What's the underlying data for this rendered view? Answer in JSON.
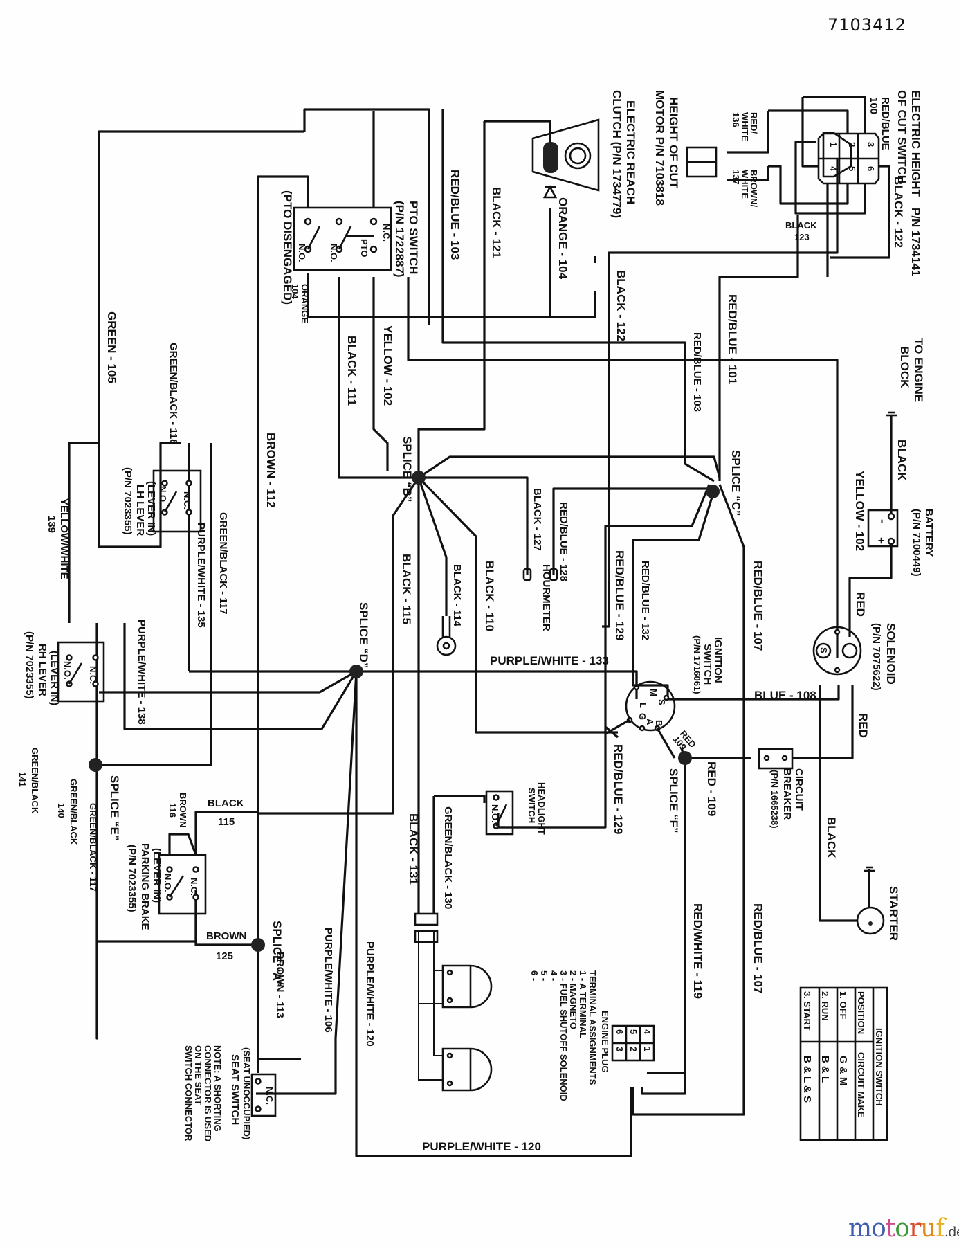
{
  "document_number": "7103412",
  "watermark": {
    "letters": [
      "m",
      "o",
      "t",
      "o",
      "r",
      "u",
      "f"
    ],
    "colors": [
      "#3f5fae",
      "#3f5fae",
      "#d04a8a",
      "#3a9a3a",
      "#d94a2a",
      "#e08a1a",
      "#e8b020"
    ],
    "suffix": ".de"
  },
  "components": {
    "hoc_switch": {
      "title": "ELECTRIC HEIGHT",
      "title2": "OF CUT SWITCH",
      "pn": "P/N 1734141",
      "pins": [
        "1",
        "2",
        "3",
        "4",
        "5",
        "6"
      ]
    },
    "hoc_motor": {
      "title": "HEIGHT OF CUT",
      "pn": "MOTOR  P/N 7103818"
    },
    "reach_clutch": {
      "title": "ELECTRIC REACH",
      "pn": "CLUTCH (P/N 1734779)"
    },
    "pto_switch": {
      "title": "PTO SWITCH",
      "pn": "(P/N 1722887)",
      "state": "(PTO DISENGAGED)",
      "contact_labels": [
        "N.O.",
        "N.O.",
        "N.C.",
        "PTO"
      ]
    },
    "battery": {
      "title": "BATTERY",
      "pn": "(P/N 7100449)",
      "neg": "-",
      "pos": "+"
    },
    "engine_block": {
      "title": "TO ENGINE",
      "title2": "BLOCK"
    },
    "solenoid": {
      "title": "SOLENOID",
      "pn": "(P/N 7075622)",
      "terminal_s": "S"
    },
    "ignition_switch": {
      "title": "IGNITION",
      "title2": "SWITCH",
      "pn": "(P/N 1716061)",
      "terminals": [
        "M",
        "S",
        "L",
        "G",
        "A",
        "B"
      ]
    },
    "circuit_breaker": {
      "title": "CIRCUIT",
      "title2": "BREAKER",
      "pn": "(P/N 1665238)"
    },
    "starter": {
      "title": "STARTER"
    },
    "hourmeter": {
      "title": "HOURMETER"
    },
    "headlight_switch": {
      "title": "HEADLIGHT",
      "title2": "SWITCH",
      "contact": "N.O."
    },
    "lh_lever": {
      "state": "(LEVER IN)",
      "title": "LH LEVER",
      "pn": "(P/N 7023355)",
      "contacts": [
        "N.O.",
        "N.C."
      ]
    },
    "rh_lever": {
      "state": "(LEVER IN)",
      "title": "RH LEVER",
      "pn": "(P/N 7023355)",
      "contacts": [
        "N.O.",
        "N.C."
      ]
    },
    "parking_brake": {
      "state": "(LEVER IN)",
      "title": "PARKING BRAKE",
      "pn": "(P/N 7023355)",
      "contacts": [
        "N.O.",
        "N.C."
      ]
    },
    "seat_switch": {
      "state": "(SEAT UNOCCUPIED)",
      "title": "SEAT SWITCH",
      "contact": "N.C.",
      "note": [
        "NOTE: A SHORTING",
        "CONNECTOR IS USED",
        "ON THE SEAT",
        "SWITCH CONNECTOR"
      ]
    },
    "engine_plug": {
      "title": "ENGINE PLUG",
      "pins": [
        "4",
        "1",
        "5",
        "2",
        "6",
        "3"
      ],
      "assign_title": "TERMINAL ASSIGNMENTS",
      "assignments": [
        "1 - A TERMINAL",
        "2 - MAGNETO",
        "3 - FUEL SHUTOFF SOLENOID",
        "4 -",
        "5 -",
        "6 -"
      ]
    }
  },
  "splices": {
    "A": "SPLICE “A”",
    "B": "SPLICE “B”",
    "C": "SPLICE “C”",
    "D": "SPLICE “D”",
    "E": "SPLICE “E”",
    "F": "SPLICE “F”"
  },
  "wires": {
    "w100": "RED/BLUE",
    "w100n": "100",
    "w136": "RED/",
    "w136b": "WHITE",
    "w136n": "136",
    "w137": "BROWN/",
    "w137b": "WHITE",
    "w137n": "137",
    "w123": "BLACK",
    "w123n": "123",
    "w122a": "BLACK - 122",
    "w122b": "BLACK - 122",
    "w101": "RED/BLUE - 101",
    "w103a": "RED/BLUE - 103",
    "w103b": "RED/BLUE - 103",
    "w121": "BLACK - 121",
    "w104": "ORANGE - 104",
    "w104b": "ORANGE",
    "w104bn": "104",
    "w102a": "YELLOW - 102",
    "w102b": "YELLOW - 102",
    "w111": "BLACK - 111",
    "w105": "GREEN - 105",
    "w118": "GREEN/BLACK - 118",
    "w112": "BROWN - 112",
    "w127": "BLACK - 127",
    "w128": "RED/BLUE - 128",
    "w114": "BLACK - 114",
    "w110": "BLACK - 110",
    "w115": "BLACK - 115",
    "w129a": "RED/BLUE - 129",
    "w129b": "RED/BLUE - 129",
    "w132": "RED/BLUE - 132",
    "w107a": "RED/BLUE - 107",
    "w107b": "RED/BLUE - 107",
    "w_black_batt": "BLACK",
    "w_red_sol": "RED",
    "w_red_cb": "RED",
    "w108": "BLUE - 108",
    "w109a": "RED",
    "w109an": "109",
    "w109b": "RED - 109",
    "w_black_starter": "BLACK",
    "w133": "PURPLE/WHITE - 133",
    "w117a": "GREEN/BLACK - 117",
    "w117b": "GREEN/BLACK - 117",
    "w135": "PURPLE/WHITE - 135",
    "w139": "YELLOW/WHITE",
    "w139n": "139",
    "w138": "PURPLE/WHITE - 138",
    "w141": "GREEN/BLACK",
    "w141n": "141",
    "w140": "GREEN/BLACK",
    "w140n": "140",
    "w116": "BROWN",
    "w116n": "116",
    "w115b": "BLACK",
    "w115bn": "115",
    "w125": "BROWN",
    "w125n": "125",
    "w106": "PURPLE/WHITE - 106",
    "w113": "BROWN - 113",
    "w120a": "PURPLE/WHITE - 120",
    "w120b": "PURPLE/WHITE - 120",
    "w131": "BLACK - 131",
    "w130": "GREEN/BLACK - 130",
    "w119": "RED/WHITE - 119"
  },
  "ignition_table": {
    "title": "IGNITION SWITCH",
    "headers": [
      "POSITION",
      "CIRCUIT MAKE"
    ],
    "rows": [
      [
        "1. OFF",
        "G & M"
      ],
      [
        "2. RUN",
        "B & L"
      ],
      [
        "3. START",
        "B & L & S"
      ]
    ]
  }
}
